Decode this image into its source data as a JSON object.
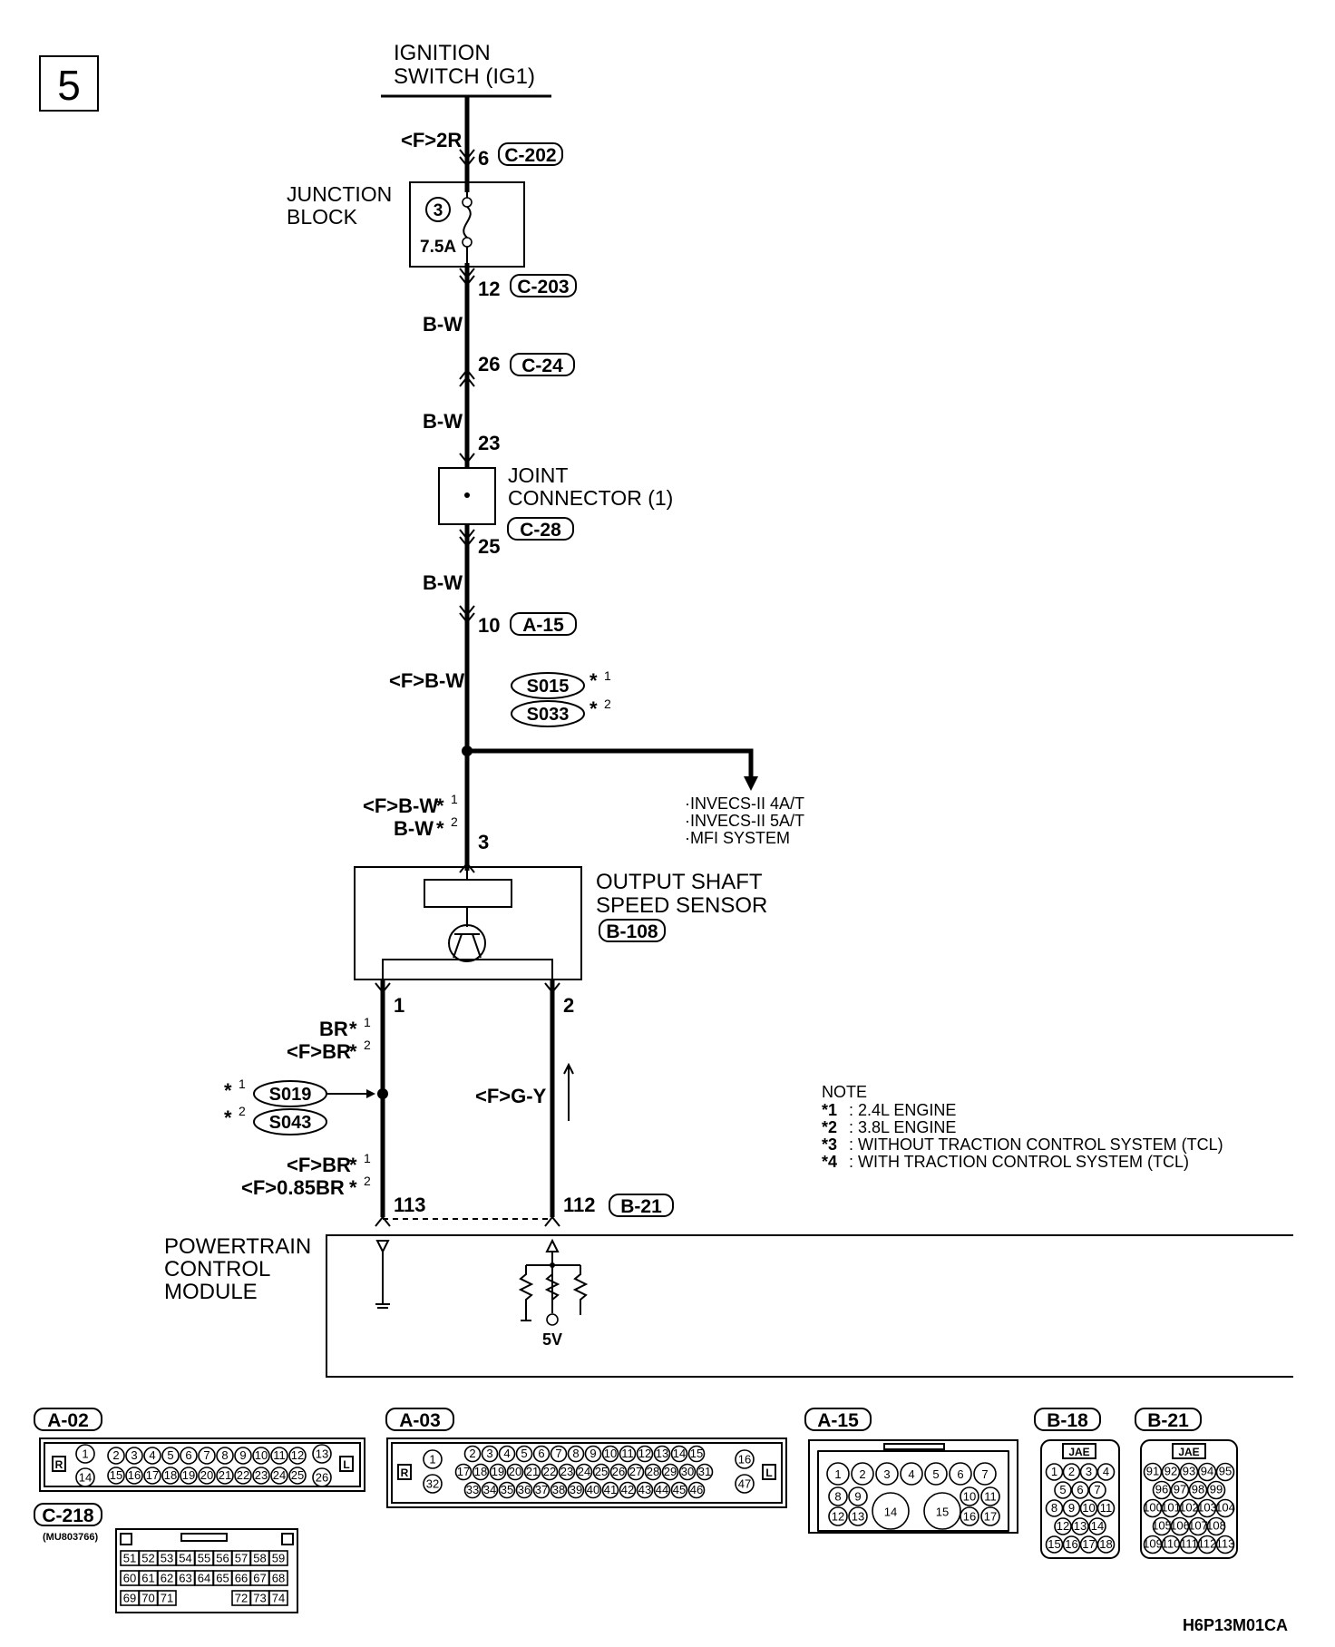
{
  "page_number": "5",
  "source": {
    "name_line1": "IGNITION",
    "name_line2": "SWITCH (IG1)"
  },
  "wires": {
    "w1": "<F>2R",
    "w2": "B-W",
    "w3": "B-W",
    "w4": "B-W",
    "w5": "<F>B-W",
    "w6a": "<F>B-W",
    "w6b": "B-W",
    "w7a": "BR",
    "w7b": "<F>BR",
    "w8": "<F>G-Y",
    "w9a": "<F>BR",
    "w9b": "<F>0.85BR"
  },
  "marks": {
    "m1": "*",
    "m2": "*",
    "n1": "1",
    "n2": "2"
  },
  "connectors": {
    "c202": {
      "pin": "6",
      "id": "C-202"
    },
    "c203": {
      "pin": "12",
      "id": "C-203"
    },
    "c24": {
      "pin": "26",
      "id": "C-24"
    },
    "c28": {
      "pin_in": "23",
      "pin_out": "25",
      "id": "C-28"
    },
    "a15": {
      "pin": "10",
      "id": "A-15"
    },
    "sensor_pin": "3",
    "out1": "1",
    "out2": "2",
    "b21": {
      "pin_a": "113",
      "pin_b": "112",
      "id": "B-21"
    }
  },
  "junction_block": {
    "line1": "JUNCTION",
    "line2": "BLOCK",
    "fuse_no": "3",
    "fuse_rating": "7.5A"
  },
  "joint_connector": {
    "line1": "JOINT",
    "line2": "CONNECTOR (1)"
  },
  "splices": {
    "s015": "S015",
    "s033": "S033",
    "s019": "S019",
    "s043": "S043"
  },
  "branch_targets": [
    "·INVECS-II 4A/T",
    "·INVECS-II 5A/T",
    "·MFI SYSTEM"
  ],
  "sensor": {
    "line1": "OUTPUT SHAFT",
    "line2": "SPEED SENSOR",
    "id": "B-108"
  },
  "pcm": {
    "line1": "POWERTRAIN",
    "line2": "CONTROL",
    "line3": "MODULE",
    "volt": "5V"
  },
  "note": {
    "title": "NOTE",
    "items": [
      {
        "mark": "*1",
        "text": ": 2.4L ENGINE"
      },
      {
        "mark": "*2",
        "text": ": 3.8L ENGINE"
      },
      {
        "mark": "*3",
        "text": ": WITHOUT TRACTION CONTROL SYSTEM (TCL)"
      },
      {
        "mark": "*4",
        "text": ": WITH TRACTION CONTROL SYSTEM (TCL)"
      }
    ]
  },
  "connector_views": {
    "a02": {
      "id": "A-02",
      "row1": [
        "1",
        "2",
        "3",
        "4",
        "5",
        "6",
        "7",
        "8",
        "9",
        "10",
        "11",
        "12",
        "13"
      ],
      "row2": [
        "14",
        "15",
        "16",
        "17",
        "18",
        "19",
        "20",
        "21",
        "22",
        "23",
        "24",
        "25",
        "26"
      ],
      "left": "R",
      "right": "L"
    },
    "a03": {
      "id": "A-03",
      "row1": [
        "1",
        "2",
        "3",
        "4",
        "5",
        "6",
        "7",
        "8",
        "9",
        "10",
        "11",
        "12",
        "13",
        "14",
        "15",
        "16"
      ],
      "row2": [
        "17",
        "18",
        "19",
        "20",
        "21",
        "22",
        "23",
        "24",
        "25",
        "26",
        "27",
        "28",
        "29",
        "30",
        "31"
      ],
      "row3": [
        "32",
        "33",
        "34",
        "35",
        "36",
        "37",
        "38",
        "39",
        "40",
        "41",
        "42",
        "43",
        "44",
        "45",
        "46",
        "47"
      ],
      "left": "R",
      "right": "L"
    },
    "a15": {
      "id": "A-15",
      "pins": [
        "1",
        "2",
        "3",
        "4",
        "5",
        "6",
        "7",
        "8",
        "9",
        "10",
        "11",
        "12",
        "13",
        "14",
        "15",
        "16",
        "17"
      ]
    },
    "b18": {
      "id": "B-18",
      "label": "JAE",
      "pins": [
        "1",
        "2",
        "3",
        "4",
        "5",
        "6",
        "7",
        "8",
        "9",
        "10",
        "11",
        "12",
        "13",
        "14",
        "15",
        "16",
        "17",
        "18"
      ]
    },
    "b21": {
      "id": "B-21",
      "label": "JAE",
      "pins": [
        "91",
        "92",
        "93",
        "94",
        "95",
        "96",
        "97",
        "98",
        "99",
        "100",
        "101",
        "102",
        "103",
        "104",
        "105",
        "106",
        "107",
        "108",
        "109",
        "110",
        "111",
        "112",
        "113"
      ]
    },
    "c218": {
      "id": "C-218",
      "part": "(MU803766)",
      "rows": [
        [
          "51",
          "52",
          "53",
          "54",
          "55",
          "56",
          "57",
          "58",
          "59"
        ],
        [
          "60",
          "61",
          "62",
          "63",
          "64",
          "65",
          "66",
          "67",
          "68"
        ],
        [
          "69",
          "70",
          "71",
          "",
          "",
          "",
          "72",
          "73",
          "74"
        ]
      ]
    }
  },
  "diagram_code": "H6P13M01CA"
}
